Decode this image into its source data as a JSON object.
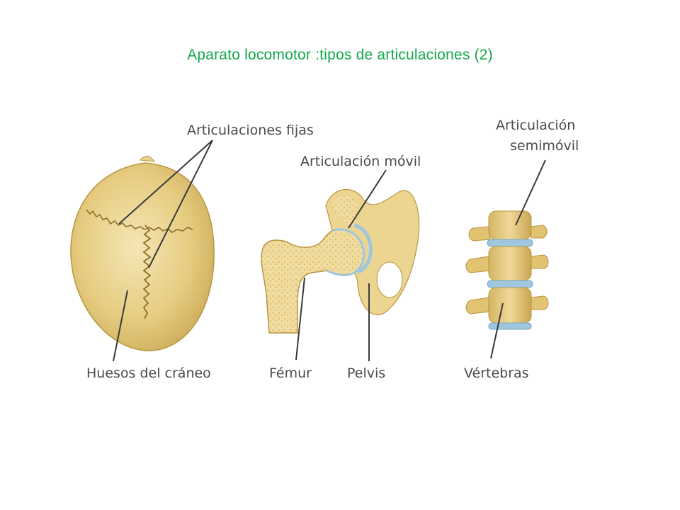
{
  "slide": {
    "title": "Aparato locomotor :tipos de articulaciones (2)",
    "title_color": "#12a84a"
  },
  "figure": {
    "labels": {
      "fixed_joints": "Articulaciones fijas",
      "mobile_joint": "Articulación móvil",
      "semimobile_line1": "Articulación",
      "semimobile_line2": "semimóvil",
      "skull_bones": "Huesos del cráneo",
      "femur": "Fémur",
      "pelvis": "Pelvis",
      "vertebrae": "Vértebras"
    },
    "colors": {
      "bone": "#e6c877",
      "bone_light": "#f1dfa6",
      "bone_dark": "#b99a45",
      "cartilage": "#9fc6de",
      "label": "#4a4a4a",
      "leader_line": "#3a3a3a"
    }
  }
}
